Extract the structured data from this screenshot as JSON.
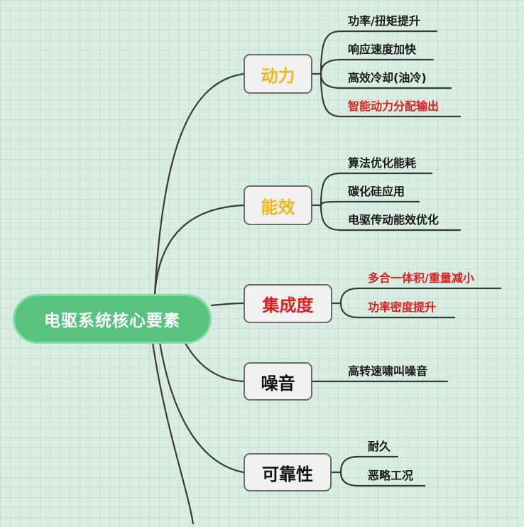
{
  "root": {
    "label": "电驱系统核心要素"
  },
  "branches": [
    {
      "label": "动力",
      "color": "#f0b61e",
      "leaves": [
        {
          "label": "功率/扭矩提升",
          "color": "#1a1a1a"
        },
        {
          "label": "响应速度加快",
          "color": "#1a1a1a"
        },
        {
          "label": "高效冷却(油冷)",
          "color": "#1a1a1a"
        },
        {
          "label": "智能动力分配输出",
          "color": "#e0201f"
        }
      ]
    },
    {
      "label": "能效",
      "color": "#f0b61e",
      "leaves": [
        {
          "label": "算法优化能耗",
          "color": "#1a1a1a"
        },
        {
          "label": "碳化硅应用",
          "color": "#1a1a1a"
        },
        {
          "label": "电驱传动能效优化",
          "color": "#1a1a1a"
        }
      ]
    },
    {
      "label": "集成度",
      "color": "#e0201f",
      "leaves": [
        {
          "label": "多合一体积/重量减小",
          "color": "#e0201f"
        },
        {
          "label": "功率密度提升",
          "color": "#e0201f"
        }
      ]
    },
    {
      "label": "噪音",
      "color": "#111111",
      "leaves": [
        {
          "label": "高转速啸叫噪音",
          "color": "#1a1a1a"
        }
      ]
    },
    {
      "label": "可靠性",
      "color": "#111111",
      "leaves": [
        {
          "label": "耐久",
          "color": "#1a1a1a"
        },
        {
          "label": "恶略工况",
          "color": "#1a1a1a"
        }
      ]
    }
  ]
}
